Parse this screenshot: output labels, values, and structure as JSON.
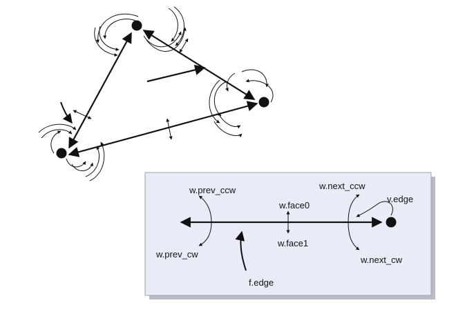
{
  "legend": {
    "labels": {
      "w_prev_ccw": "w.prev_ccw",
      "w_prev_cw": "w.prev_cw",
      "w_face0": "w.face0",
      "w_face1": "w.face1",
      "w_next_ccw": "w.next_ccw",
      "w_next_cw": "w.next_cw",
      "v_edge": "v.edge",
      "f_edge": "f.edge"
    }
  },
  "colors": {
    "ink": "#111111",
    "panel_fill": "#e9ecf6",
    "panel_border": "#9aa0b2",
    "panel_shadow": "#b9bcc6"
  }
}
